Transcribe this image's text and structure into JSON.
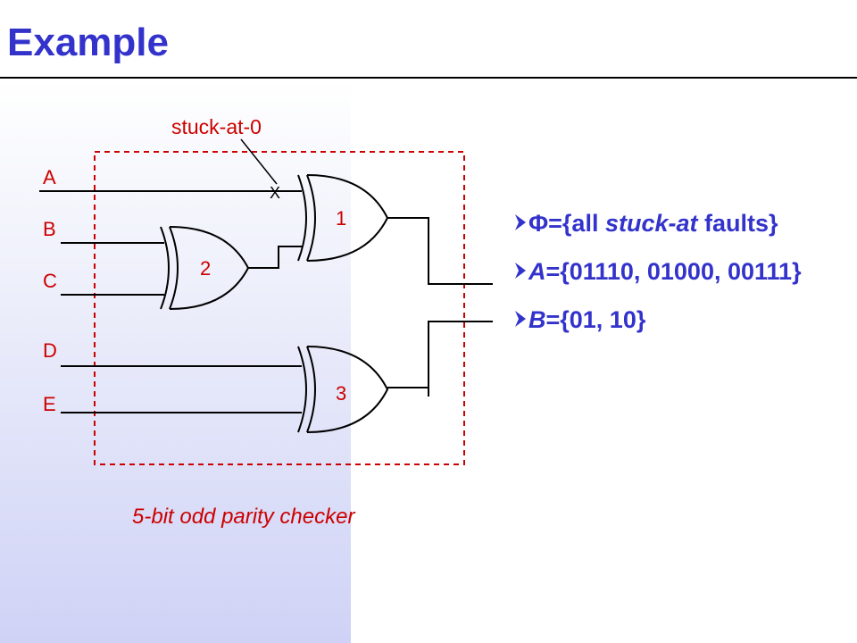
{
  "slide": {
    "title": "Example"
  },
  "diagram": {
    "inputs": [
      "A",
      "B",
      "C",
      "D",
      "E"
    ],
    "gates": [
      "1",
      "2",
      "3"
    ],
    "fault_label": "stuck-at-0",
    "fault_marker": "X",
    "caption": "5-bit odd parity checker",
    "colors": {
      "wire": "#000000",
      "label": "#cc0000",
      "box": "#cc0000"
    }
  },
  "bullets": [
    {
      "prefix": "Φ={all ",
      "emph": "stuck-at",
      "suffix": " faults}"
    },
    {
      "prefix": "",
      "emph": "A",
      "suffix": "={01110, 01000, 00111}"
    },
    {
      "prefix": "",
      "emph": "B",
      "suffix": "={01, 10}"
    }
  ],
  "colors": {
    "title": "#3333cc",
    "bullet_text": "#3333cc"
  },
  "icons": {
    "bullet": "arrow-bullet-icon"
  }
}
